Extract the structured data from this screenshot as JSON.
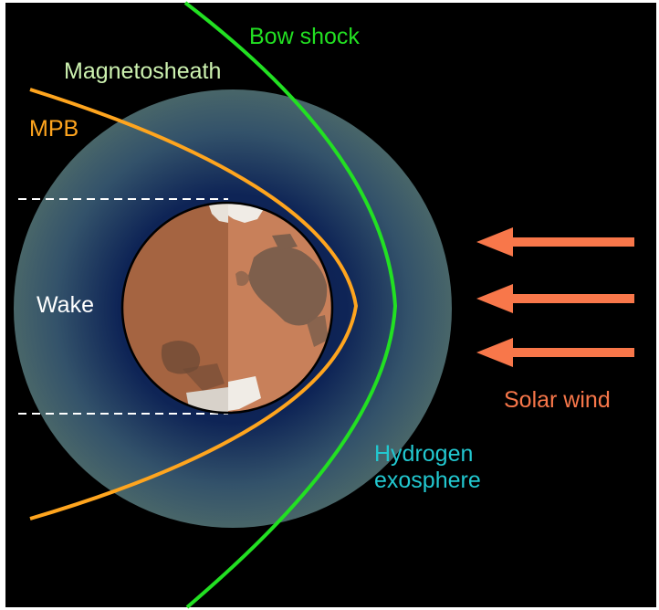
{
  "labels": {
    "bow_shock": "Bow shock",
    "magnetosheath": "Magnetosheath",
    "mpb": "MPB",
    "wake": "Wake",
    "solar_wind": "Solar wind",
    "hydrogen_line1": "Hydrogen",
    "hydrogen_line2": "exosphere"
  },
  "colors": {
    "background": "#000000",
    "frame": "#ffffff",
    "bow_shock": "#22e022",
    "magnetosheath_label": "#cdf2b0",
    "mpb": "#ffa51e",
    "wake_label": "#ffffff",
    "solar_wind": "#f8774a",
    "hydrogen_label": "#22c8d0",
    "exosphere": "#4d6a69",
    "inner_blue": "#0b1c4a",
    "planet_light": "#c8805a",
    "planet_dark": "#a56441",
    "planet_spots": "#7e5f4c",
    "polar_caps": "#f0ece6"
  },
  "icons": {
    "planet": "mars-planet-icon",
    "arrow": "solar-wind-arrow-icon"
  }
}
